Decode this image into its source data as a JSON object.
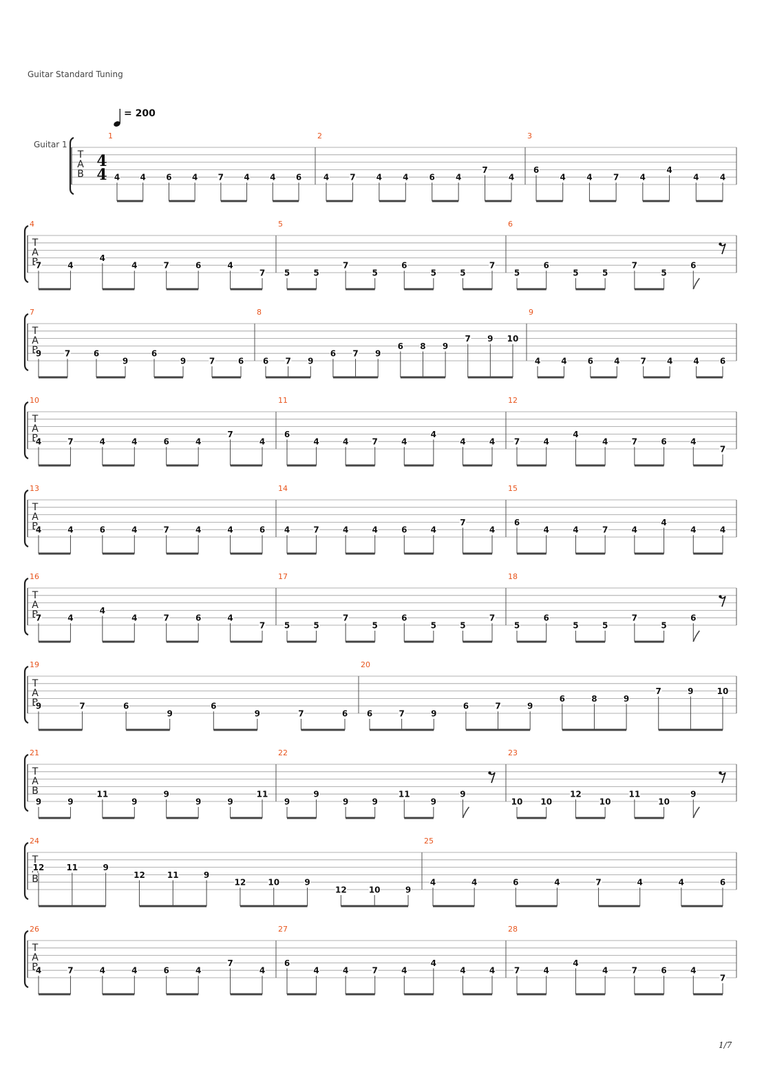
{
  "score": {
    "tuning_label": "Guitar Standard Tuning",
    "tempo_value": "200",
    "tempo_prefix": "= ",
    "track_label": "Guitar 1",
    "time_signature": {
      "top": "4",
      "bottom": "4"
    },
    "tab_letters": [
      "T",
      "A",
      "B"
    ],
    "page_number": "1/7",
    "colors": {
      "bar_number": "#e8541c",
      "staff": "#999999",
      "note": "#111111"
    }
  },
  "measures": [
    {
      "n": "1",
      "notes": [
        {
          "s": 4,
          "f": "4"
        },
        {
          "s": 4,
          "f": "4"
        },
        {
          "s": 4,
          "f": "6"
        },
        {
          "s": 4,
          "f": "4"
        },
        {
          "s": 4,
          "f": "7"
        },
        {
          "s": 4,
          "f": "4"
        },
        {
          "s": 4,
          "f": "4"
        },
        {
          "s": 4,
          "f": "6"
        }
      ]
    },
    {
      "n": "2",
      "notes": [
        {
          "s": 4,
          "f": "4"
        },
        {
          "s": 4,
          "f": "7"
        },
        {
          "s": 4,
          "f": "4"
        },
        {
          "s": 4,
          "f": "4"
        },
        {
          "s": 4,
          "f": "6"
        },
        {
          "s": 4,
          "f": "4"
        },
        {
          "s": 3,
          "f": "7"
        },
        {
          "s": 4,
          "f": "4"
        }
      ]
    },
    {
      "n": "3",
      "notes": [
        {
          "s": 3,
          "f": "6"
        },
        {
          "s": 4,
          "f": "4"
        },
        {
          "s": 4,
          "f": "4"
        },
        {
          "s": 4,
          "f": "7"
        },
        {
          "s": 4,
          "f": "4"
        },
        {
          "s": 3,
          "f": "4"
        },
        {
          "s": 4,
          "f": "4"
        },
        {
          "s": 4,
          "f": "4"
        }
      ]
    },
    {
      "n": "4",
      "notes": [
        {
          "s": 4,
          "f": "7"
        },
        {
          "s": 4,
          "f": "4"
        },
        {
          "s": 3,
          "f": "4"
        },
        {
          "s": 4,
          "f": "4"
        },
        {
          "s": 4,
          "f": "7"
        },
        {
          "s": 4,
          "f": "6"
        },
        {
          "s": 4,
          "f": "4"
        },
        {
          "s": 5,
          "f": "7"
        }
      ]
    },
    {
      "n": "5",
      "notes": [
        {
          "s": 5,
          "f": "5"
        },
        {
          "s": 5,
          "f": "5"
        },
        {
          "s": 4,
          "f": "7"
        },
        {
          "s": 5,
          "f": "5"
        },
        {
          "s": 4,
          "f": "6"
        },
        {
          "s": 5,
          "f": "5"
        },
        {
          "s": 5,
          "f": "5"
        },
        {
          "s": 4,
          "f": "7"
        }
      ]
    },
    {
      "n": "6",
      "notes": [
        {
          "s": 5,
          "f": "5"
        },
        {
          "s": 4,
          "f": "6"
        },
        {
          "s": 5,
          "f": "5"
        },
        {
          "s": 5,
          "f": "5"
        },
        {
          "s": 4,
          "f": "7"
        },
        {
          "s": 5,
          "f": "5"
        },
        {
          "s": 4,
          "f": "6",
          "single": true
        }
      ],
      "rest": true
    },
    {
      "n": "7",
      "notes": [
        {
          "s": 4,
          "f": "9"
        },
        {
          "s": 4,
          "f": "7"
        },
        {
          "s": 4,
          "f": "6"
        },
        {
          "s": 5,
          "f": "9"
        },
        {
          "s": 4,
          "f": "6"
        },
        {
          "s": 5,
          "f": "9"
        },
        {
          "s": 5,
          "f": "7"
        },
        {
          "s": 5,
          "f": "6"
        }
      ]
    },
    {
      "n": "8",
      "groups": 4,
      "notes": [
        {
          "s": 5,
          "f": "6"
        },
        {
          "s": 5,
          "f": "7"
        },
        {
          "s": 5,
          "f": "9"
        },
        {
          "s": 4,
          "f": "6"
        },
        {
          "s": 4,
          "f": "7"
        },
        {
          "s": 4,
          "f": "9"
        },
        {
          "s": 3,
          "f": "6"
        },
        {
          "s": 3,
          "f": "8"
        },
        {
          "s": 3,
          "f": "9"
        },
        {
          "s": 2,
          "f": "7"
        },
        {
          "s": 2,
          "f": "9"
        },
        {
          "s": 2,
          "f": "10"
        }
      ]
    },
    {
      "n": "9",
      "notes": [
        {
          "s": 5,
          "f": "4"
        },
        {
          "s": 5,
          "f": "4"
        },
        {
          "s": 5,
          "f": "6"
        },
        {
          "s": 5,
          "f": "4"
        },
        {
          "s": 5,
          "f": "7"
        },
        {
          "s": 5,
          "f": "4"
        },
        {
          "s": 5,
          "f": "4"
        },
        {
          "s": 5,
          "f": "6"
        }
      ]
    },
    {
      "n": "10",
      "notes": [
        {
          "s": 4,
          "f": "4"
        },
        {
          "s": 4,
          "f": "7"
        },
        {
          "s": 4,
          "f": "4"
        },
        {
          "s": 4,
          "f": "4"
        },
        {
          "s": 4,
          "f": "6"
        },
        {
          "s": 4,
          "f": "4"
        },
        {
          "s": 3,
          "f": "7"
        },
        {
          "s": 4,
          "f": "4"
        }
      ]
    },
    {
      "n": "11",
      "notes": [
        {
          "s": 3,
          "f": "6"
        },
        {
          "s": 4,
          "f": "4"
        },
        {
          "s": 4,
          "f": "4"
        },
        {
          "s": 4,
          "f": "7"
        },
        {
          "s": 4,
          "f": "4"
        },
        {
          "s": 3,
          "f": "4"
        },
        {
          "s": 4,
          "f": "4"
        },
        {
          "s": 4,
          "f": "4"
        }
      ]
    },
    {
      "n": "12",
      "notes": [
        {
          "s": 4,
          "f": "7"
        },
        {
          "s": 4,
          "f": "4"
        },
        {
          "s": 3,
          "f": "4"
        },
        {
          "s": 4,
          "f": "4"
        },
        {
          "s": 4,
          "f": "7"
        },
        {
          "s": 4,
          "f": "6"
        },
        {
          "s": 4,
          "f": "4"
        },
        {
          "s": 5,
          "f": "7"
        }
      ]
    },
    {
      "n": "13",
      "notes": [
        {
          "s": 4,
          "f": "4"
        },
        {
          "s": 4,
          "f": "4"
        },
        {
          "s": 4,
          "f": "6"
        },
        {
          "s": 4,
          "f": "4"
        },
        {
          "s": 4,
          "f": "7"
        },
        {
          "s": 4,
          "f": "4"
        },
        {
          "s": 4,
          "f": "4"
        },
        {
          "s": 4,
          "f": "6"
        }
      ]
    },
    {
      "n": "14",
      "notes": [
        {
          "s": 4,
          "f": "4"
        },
        {
          "s": 4,
          "f": "7"
        },
        {
          "s": 4,
          "f": "4"
        },
        {
          "s": 4,
          "f": "4"
        },
        {
          "s": 4,
          "f": "6"
        },
        {
          "s": 4,
          "f": "4"
        },
        {
          "s": 3,
          "f": "7"
        },
        {
          "s": 4,
          "f": "4"
        }
      ]
    },
    {
      "n": "15",
      "notes": [
        {
          "s": 3,
          "f": "6"
        },
        {
          "s": 4,
          "f": "4"
        },
        {
          "s": 4,
          "f": "4"
        },
        {
          "s": 4,
          "f": "7"
        },
        {
          "s": 4,
          "f": "4"
        },
        {
          "s": 3,
          "f": "4"
        },
        {
          "s": 4,
          "f": "4"
        },
        {
          "s": 4,
          "f": "4"
        }
      ]
    },
    {
      "n": "16",
      "notes": [
        {
          "s": 4,
          "f": "7"
        },
        {
          "s": 4,
          "f": "4"
        },
        {
          "s": 3,
          "f": "4"
        },
        {
          "s": 4,
          "f": "4"
        },
        {
          "s": 4,
          "f": "7"
        },
        {
          "s": 4,
          "f": "6"
        },
        {
          "s": 4,
          "f": "4"
        },
        {
          "s": 5,
          "f": "7"
        }
      ]
    },
    {
      "n": "17",
      "notes": [
        {
          "s": 5,
          "f": "5"
        },
        {
          "s": 5,
          "f": "5"
        },
        {
          "s": 4,
          "f": "7"
        },
        {
          "s": 5,
          "f": "5"
        },
        {
          "s": 4,
          "f": "6"
        },
        {
          "s": 5,
          "f": "5"
        },
        {
          "s": 5,
          "f": "5"
        },
        {
          "s": 4,
          "f": "7"
        }
      ]
    },
    {
      "n": "18",
      "notes": [
        {
          "s": 5,
          "f": "5"
        },
        {
          "s": 4,
          "f": "6"
        },
        {
          "s": 5,
          "f": "5"
        },
        {
          "s": 5,
          "f": "5"
        },
        {
          "s": 4,
          "f": "7"
        },
        {
          "s": 5,
          "f": "5"
        },
        {
          "s": 4,
          "f": "6",
          "single": true
        }
      ],
      "rest": true
    },
    {
      "n": "19",
      "notes": [
        {
          "s": 4,
          "f": "9"
        },
        {
          "s": 4,
          "f": "7"
        },
        {
          "s": 4,
          "f": "6"
        },
        {
          "s": 5,
          "f": "9"
        },
        {
          "s": 4,
          "f": "6"
        },
        {
          "s": 5,
          "f": "9"
        },
        {
          "s": 5,
          "f": "7"
        },
        {
          "s": 5,
          "f": "6"
        }
      ]
    },
    {
      "n": "20",
      "groups": 4,
      "notes": [
        {
          "s": 5,
          "f": "6"
        },
        {
          "s": 5,
          "f": "7"
        },
        {
          "s": 5,
          "f": "9"
        },
        {
          "s": 4,
          "f": "6"
        },
        {
          "s": 4,
          "f": "7"
        },
        {
          "s": 4,
          "f": "9"
        },
        {
          "s": 3,
          "f": "6"
        },
        {
          "s": 3,
          "f": "8"
        },
        {
          "s": 3,
          "f": "9"
        },
        {
          "s": 2,
          "f": "7"
        },
        {
          "s": 2,
          "f": "9"
        },
        {
          "s": 2,
          "f": "10"
        }
      ]
    },
    {
      "n": "21",
      "notes": [
        {
          "s": 5,
          "f": "9"
        },
        {
          "s": 5,
          "f": "9"
        },
        {
          "s": 4,
          "f": "11"
        },
        {
          "s": 5,
          "f": "9"
        },
        {
          "s": 4,
          "f": "9"
        },
        {
          "s": 5,
          "f": "9"
        },
        {
          "s": 5,
          "f": "9"
        },
        {
          "s": 4,
          "f": "11"
        }
      ]
    },
    {
      "n": "22",
      "notes": [
        {
          "s": 5,
          "f": "9"
        },
        {
          "s": 4,
          "f": "9"
        },
        {
          "s": 5,
          "f": "9"
        },
        {
          "s": 5,
          "f": "9"
        },
        {
          "s": 4,
          "f": "11"
        },
        {
          "s": 5,
          "f": "9"
        },
        {
          "s": 4,
          "f": "9",
          "single": true
        }
      ],
      "rest": true
    },
    {
      "n": "23",
      "notes": [
        {
          "s": 5,
          "f": "10"
        },
        {
          "s": 5,
          "f": "10"
        },
        {
          "s": 4,
          "f": "12"
        },
        {
          "s": 5,
          "f": "10"
        },
        {
          "s": 4,
          "f": "11"
        },
        {
          "s": 5,
          "f": "10"
        },
        {
          "s": 4,
          "f": "9",
          "single": true
        }
      ],
      "rest": true
    },
    {
      "n": "24",
      "groups": 4,
      "notes": [
        {
          "s": 2,
          "f": "12"
        },
        {
          "s": 2,
          "f": "11"
        },
        {
          "s": 2,
          "f": "9"
        },
        {
          "s": 3,
          "f": "12"
        },
        {
          "s": 3,
          "f": "11"
        },
        {
          "s": 3,
          "f": "9"
        },
        {
          "s": 4,
          "f": "12"
        },
        {
          "s": 4,
          "f": "10"
        },
        {
          "s": 4,
          "f": "9"
        },
        {
          "s": 5,
          "f": "12"
        },
        {
          "s": 5,
          "f": "10"
        },
        {
          "s": 5,
          "f": "9"
        }
      ]
    },
    {
      "n": "25",
      "notes": [
        {
          "s": 4,
          "f": "4"
        },
        {
          "s": 4,
          "f": "4"
        },
        {
          "s": 4,
          "f": "6"
        },
        {
          "s": 4,
          "f": "4"
        },
        {
          "s": 4,
          "f": "7"
        },
        {
          "s": 4,
          "f": "4"
        },
        {
          "s": 4,
          "f": "4"
        },
        {
          "s": 4,
          "f": "6"
        }
      ]
    },
    {
      "n": "26",
      "notes": [
        {
          "s": 4,
          "f": "4"
        },
        {
          "s": 4,
          "f": "7"
        },
        {
          "s": 4,
          "f": "4"
        },
        {
          "s": 4,
          "f": "4"
        },
        {
          "s": 4,
          "f": "6"
        },
        {
          "s": 4,
          "f": "4"
        },
        {
          "s": 3,
          "f": "7"
        },
        {
          "s": 4,
          "f": "4"
        }
      ]
    },
    {
      "n": "27",
      "notes": [
        {
          "s": 3,
          "f": "6"
        },
        {
          "s": 4,
          "f": "4"
        },
        {
          "s": 4,
          "f": "4"
        },
        {
          "s": 4,
          "f": "7"
        },
        {
          "s": 4,
          "f": "4"
        },
        {
          "s": 3,
          "f": "4"
        },
        {
          "s": 4,
          "f": "4"
        },
        {
          "s": 4,
          "f": "4"
        }
      ]
    },
    {
      "n": "28",
      "notes": [
        {
          "s": 4,
          "f": "7"
        },
        {
          "s": 4,
          "f": "4"
        },
        {
          "s": 3,
          "f": "4"
        },
        {
          "s": 4,
          "f": "4"
        },
        {
          "s": 4,
          "f": "7"
        },
        {
          "s": 4,
          "f": "6"
        },
        {
          "s": 4,
          "f": "4"
        },
        {
          "s": 5,
          "f": "7"
        }
      ]
    }
  ]
}
